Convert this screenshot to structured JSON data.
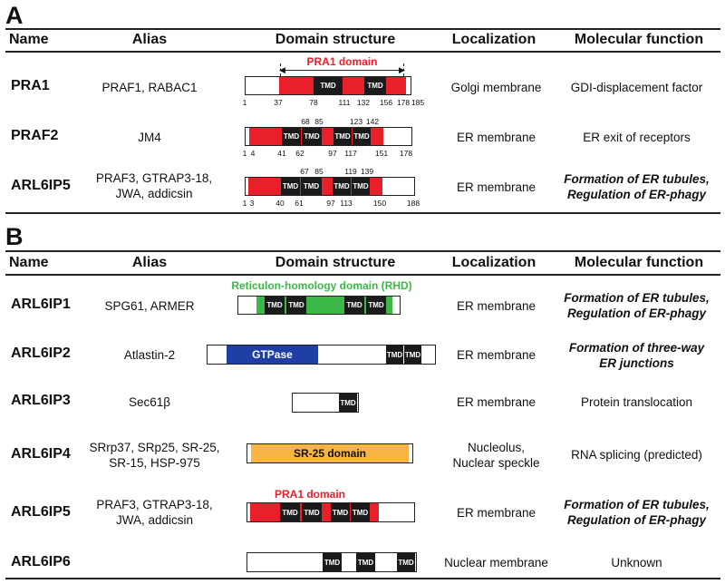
{
  "panels": {
    "a": "A",
    "b": "B"
  },
  "headers": {
    "name": "Name",
    "alias": "Alias",
    "domain": "Domain structure",
    "localization": "Localization",
    "function": "Molecular function"
  },
  "panel_a": [
    {
      "name": "PRA1",
      "alias": "PRAF1, RABAC1",
      "localization": "Golgi membrane",
      "function": "GDI-displacement factor",
      "domain_label": "PRA1 domain",
      "tmd": "TMD",
      "top_numbers": [],
      "bottom_numbers": [
        "1",
        "37",
        "78",
        "111",
        "132",
        "156",
        "178",
        "185"
      ]
    },
    {
      "name": "PRAF2",
      "alias": "JM4",
      "localization": "ER membrane",
      "function": "ER exit of receptors",
      "tmd": "TMD",
      "top_numbers": [
        "68",
        "85",
        "123",
        "142"
      ],
      "bottom_numbers": [
        "1",
        "4",
        "41",
        "62",
        "97",
        "117",
        "151",
        "178"
      ]
    },
    {
      "name": "ARL6IP5",
      "alias_line1": "PRAF3, GTRAP3-18,",
      "alias_line2": "JWA, addicsin",
      "localization": "ER membrane",
      "function_line1": "Formation of ER tubules,",
      "function_line2": "Regulation of ER-phagy",
      "tmd": "TMD",
      "top_numbers": [
        "67",
        "85",
        "119",
        "139"
      ],
      "bottom_numbers": [
        "1",
        "3",
        "40",
        "61",
        "97",
        "113",
        "150",
        "188"
      ]
    }
  ],
  "panel_b": [
    {
      "name": "ARL6IP1",
      "alias": "SPG61, ARMER",
      "localization": "ER membrane",
      "function_line1": "Formation of ER tubules,",
      "function_line2": "Regulation of ER-phagy",
      "domain_label": "Reticulon-homology domain (RHD)",
      "tmd": "TMD"
    },
    {
      "name": "ARL6IP2",
      "alias": "Atlastin-2",
      "localization": "ER membrane",
      "function_line1": "Formation of three-way",
      "function_line2": "ER junctions",
      "domain_label": "GTPase",
      "tmd": "TMD"
    },
    {
      "name": "ARL6IP3",
      "alias": "Sec61β",
      "localization": "ER membrane",
      "function": "Protein translocation",
      "tmd": "TMD"
    },
    {
      "name": "ARL6IP4",
      "alias_line1": "SRrp37, SRp25, SR-25,",
      "alias_line2": "SR-15, HSP-975",
      "localization_line1": "Nucleolus,",
      "localization_line2": "Nuclear speckle",
      "function": "RNA splicing (predicted)",
      "domain_label": "SR-25 domain"
    },
    {
      "name": "ARL6IP5",
      "alias_line1": "PRAF3, GTRAP3-18,",
      "alias_line2": "JWA, addicsin",
      "localization": "ER membrane",
      "function_line1": "Formation of ER tubules,",
      "function_line2": "Regulation of ER-phagy",
      "domain_label": "PRA1 domain",
      "tmd": "TMD"
    },
    {
      "name": "ARL6IP6",
      "alias": "",
      "localization": "Nuclear membrane",
      "function": "Unknown",
      "tmd": "TMD"
    }
  ],
  "colors": {
    "red": "#e8202a",
    "green": "#3cb846",
    "blue": "#1f3fa6",
    "orange": "#f7b442",
    "tmd": "#1a1a1a"
  }
}
